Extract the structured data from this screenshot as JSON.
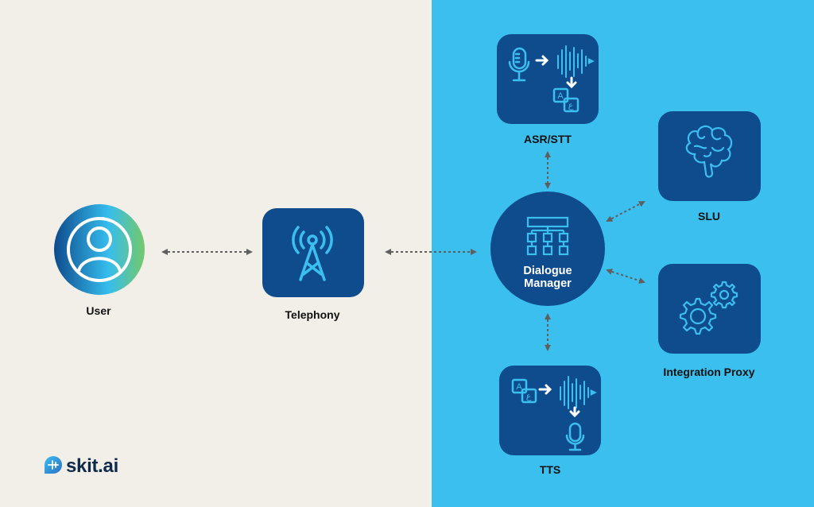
{
  "diagram": {
    "title": "Voice bot architecture",
    "colors": {
      "left_background": "#f2efe8",
      "right_background": "#3bbfef",
      "box_fill": "#0f4c8d",
      "icon_stroke": "#3bbfef",
      "arrow": "#5f5f5f",
      "label_text": "#111111"
    },
    "nodes": [
      {
        "id": "user",
        "label": "User",
        "icon": "user-icon"
      },
      {
        "id": "telephony",
        "label": "Telephony",
        "icon": "antenna-tower-icon"
      },
      {
        "id": "dialogue_manager",
        "label": "Dialogue Manager",
        "line1": "Dialogue",
        "line2": "Manager",
        "icon": "hierarchy-icon"
      },
      {
        "id": "asr",
        "label": "ASR/STT",
        "icon": "speech-to-text-icon"
      },
      {
        "id": "slu",
        "label": "SLU",
        "icon": "brain-icon"
      },
      {
        "id": "integration_proxy",
        "label": "Integration Proxy",
        "icon": "gears-icon"
      },
      {
        "id": "tts",
        "label": "TTS",
        "icon": "text-to-speech-icon"
      }
    ],
    "edges": [
      {
        "from": "user",
        "to": "telephony",
        "style": "dotted",
        "direction": "bidirectional"
      },
      {
        "from": "telephony",
        "to": "dialogue_manager",
        "style": "dotted",
        "direction": "bidirectional"
      },
      {
        "from": "dialogue_manager",
        "to": "asr",
        "style": "dotted",
        "direction": "bidirectional"
      },
      {
        "from": "dialogue_manager",
        "to": "slu",
        "style": "dotted",
        "direction": "bidirectional"
      },
      {
        "from": "dialogue_manager",
        "to": "integration_proxy",
        "style": "dotted",
        "direction": "bidirectional"
      },
      {
        "from": "dialogue_manager",
        "to": "tts",
        "style": "dotted",
        "direction": "bidirectional"
      }
    ]
  },
  "logo": {
    "text": "skit.ai",
    "icon": "skit-logo-icon"
  }
}
